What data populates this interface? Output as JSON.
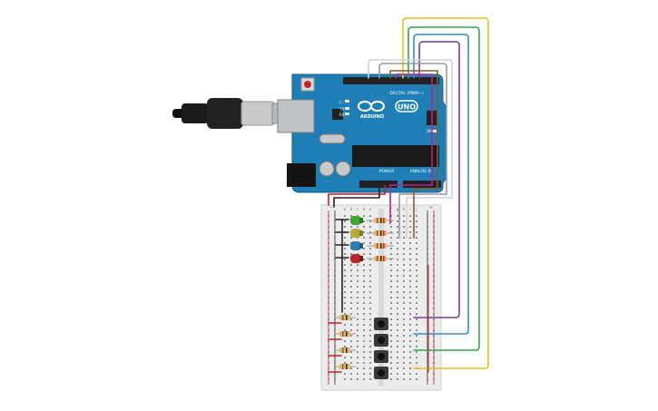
{
  "arduino": {
    "model_text": "UNO",
    "brand_text": "ARDUINO",
    "digital_label": "DIGITAL (PWM~)",
    "power_label": "POWER",
    "analog_label": "ANALOG IN",
    "tx_label": "TX",
    "rx_label": "RX",
    "l_label": "L",
    "on_label": "ON",
    "board_color": "#1d7fb5"
  },
  "breadboard": {
    "column_letters_left": [
      "a",
      "b",
      "c",
      "d",
      "e"
    ],
    "column_letters_right": [
      "f",
      "g",
      "h",
      "i",
      "j"
    ],
    "rail_plus": "+",
    "rail_minus": "−"
  },
  "components": {
    "leds": [
      {
        "name": "green-led",
        "color": "#3fa535"
      },
      {
        "name": "yellow-led",
        "color": "#b4a93a"
      },
      {
        "name": "blue-led",
        "color": "#2d7fb0"
      },
      {
        "name": "red-led",
        "color": "#b3272d"
      }
    ],
    "button_count": 4
  },
  "wire_colors": {
    "yellow": "#e8c21a",
    "green": "#2fa84a",
    "blue": "#2b8fcf",
    "purple": "#7d3c98",
    "red": "#c8202a",
    "black": "#222222",
    "magenta": "#c0208a",
    "brown": "#8a5a2b",
    "gray": "#9a9a9a",
    "white": "#dddddd"
  }
}
